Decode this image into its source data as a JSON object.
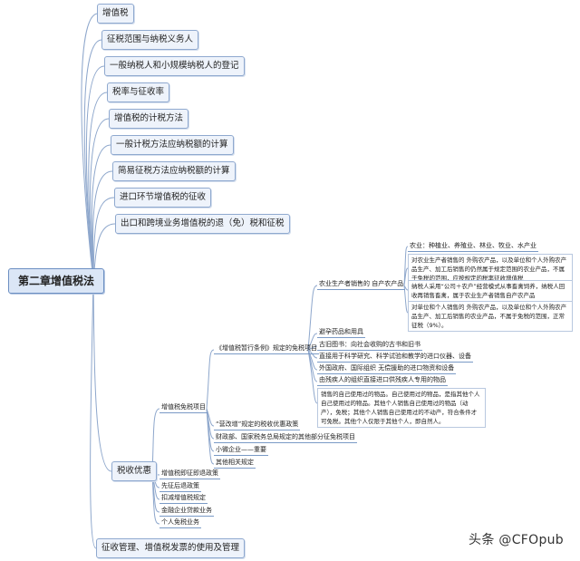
{
  "root": "第二章增值税法",
  "top_branches": [
    "增值税",
    "征税范围与纳税义务人",
    "一般纳税人和小规模纳税人的登记",
    "税率与征收率",
    "增值税的计税方法",
    "一般计税方法应纳税额的计算",
    "简易征税方法应纳税额的计算",
    "进口环节增值税的征收",
    "出口和跨境业务增值税的退（免）税和征税"
  ],
  "tax_incentives": "税收优惠",
  "last_branch": "征收管理、增值税发票的使用及管理",
  "exemption_items": "增值税免税项目",
  "interim_regs": "《增值税暂行条例》规定的免税项目",
  "agri_producers": "农业生产者销售的 自产农产品",
  "agri_details": [
    "农业：种植业、养殖业、林业、牧业、水产业",
    "对农业生产者销售的 外购农产品，以及单位和个人外购农产品生产、加工后销售的仍然属于规定范围的农业产品，不属于免税的范围，应按规定的税率征收增值税",
    "纳税人采用“公司＋农户”经营模式从事畜禽饲养，纳税人回收再销售畜禽，属于农业生产者销售自产农产品",
    "对单位和个人销售的 外购农产品，以及单位和个人外购农产品生产、加工后销售的农业产品，不属于免税的范围，正常征税（9%）。"
  ],
  "other_exempt": [
    "避孕药品和用具",
    "古旧图书：向社会收购的古书和旧书",
    "直接用于科学研究、科学试验和教学的进口仪器、设备",
    "外国政府、国际组织 无偿援助的进口物资和设备",
    "由残疾人的组织直接进口供残疾人专用的物品"
  ],
  "used_goods": "销售的自己使用过的物品。自己使用过的物品，是指其他个人自己使用过的物品。其他个人销售自己使用过的物品（动产），免税；其他个人销售自己使用过的不动产，符合条件才可免税。其他个人仅限于其他个人，即自然人。",
  "vat_reform": "“营改增”规定的税收优惠政策",
  "ministry_items": "财政部、国家税务总局规定的其他部分征免税项目",
  "small_micro": "小微企业——重要",
  "other_related": "其他相关规定",
  "sub_items": [
    "增值税即征即退政策",
    "先征后退政策",
    "扣减增值税规定",
    "金融企业贷款业务",
    "个人免税业务"
  ],
  "watermark": "头条 @CFOpub"
}
